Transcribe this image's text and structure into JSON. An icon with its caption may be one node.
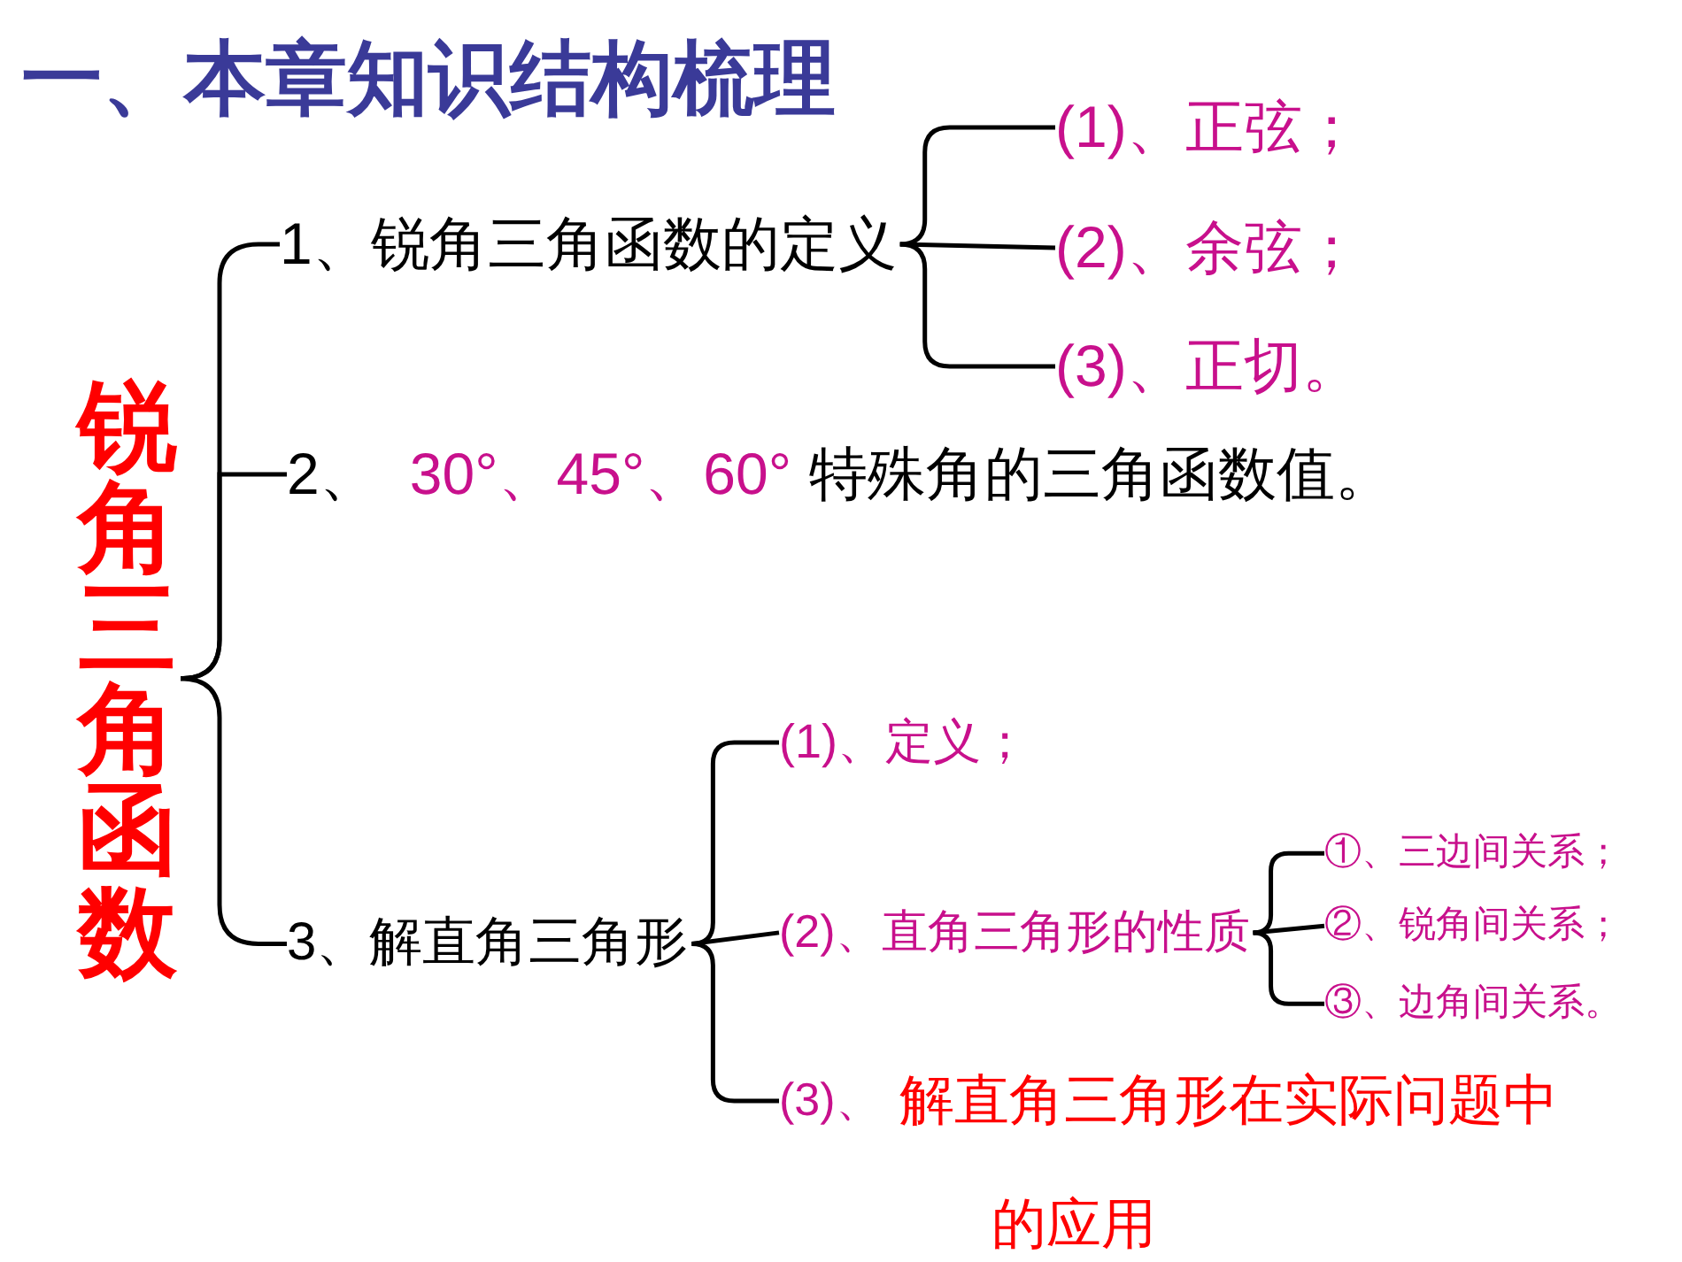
{
  "diagram": {
    "title": "一、本章知识结构梳理",
    "nodes": [
      {
        "text": [
          "锐角三角函数"
        ]
      },
      {
        "text": [
          "1、锐角三角函数的定义"
        ]
      },
      {
        "text": [
          "(1)、正弦；"
        ]
      },
      {
        "text": [
          "(2)、余弦；"
        ]
      },
      {
        "text": [
          "(3)、正切。"
        ]
      },
      {
        "text": [
          "2、",
          "30°、45°、60°",
          "特殊角的三角函数值。"
        ]
      },
      {
        "text": [
          "3、解直角三角形"
        ]
      },
      {
        "text": [
          "(1)、定义；"
        ]
      },
      {
        "text": [
          "(2)、直角三角形的性质"
        ]
      },
      {
        "text": [
          "①、三边间关系；"
        ]
      },
      {
        "text": [
          "②、锐角间关系；"
        ]
      },
      {
        "text": [
          "③、边角间关系。"
        ]
      },
      {
        "text": [
          "(3)、",
          "解直角三角形在实际问题中",
          "的应用"
        ]
      }
    ],
    "edges": [
      {
        "from": 0,
        "to": 1,
        "arrow": "none"
      },
      {
        "from": 0,
        "to": 5,
        "arrow": "none"
      },
      {
        "from": 0,
        "to": 6,
        "arrow": "none"
      },
      {
        "from": 1,
        "to": 2,
        "arrow": "none"
      },
      {
        "from": 1,
        "to": 3,
        "arrow": "none"
      },
      {
        "from": 1,
        "to": 4,
        "arrow": "none"
      },
      {
        "from": 6,
        "to": 7,
        "arrow": "none"
      },
      {
        "from": 6,
        "to": 8,
        "arrow": "none"
      },
      {
        "from": 6,
        "to": 12,
        "arrow": "none"
      },
      {
        "from": 8,
        "to": 9,
        "arrow": "none"
      },
      {
        "from": 8,
        "to": 10,
        "arrow": "none"
      },
      {
        "from": 8,
        "to": 11,
        "arrow": "none"
      }
    ]
  }
}
